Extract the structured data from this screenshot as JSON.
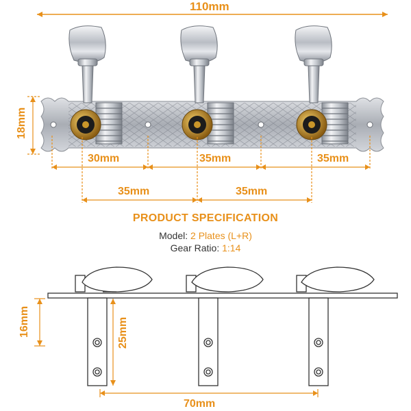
{
  "dimensions": {
    "total_width": "110mm",
    "plate_height": "18mm",
    "hole_to_peg": "30mm",
    "peg_spacing_1": "35mm",
    "peg_to_hole": "35mm",
    "peg_pitch_1": "35mm",
    "peg_pitch_2": "35mm",
    "plate_width_side": "16mm",
    "shaft_length": "25mm",
    "side_span": "70mm"
  },
  "spec": {
    "title": "PRODUCT SPECIFICATION",
    "model_label": "Model:",
    "model_value": "2 Plates (L+R)",
    "gear_label": "Gear Ratio:",
    "gear_value": "1:14"
  },
  "colors": {
    "accent": "#e8901a",
    "chrome": "#b8bcc4",
    "brass": "#c9962a"
  }
}
